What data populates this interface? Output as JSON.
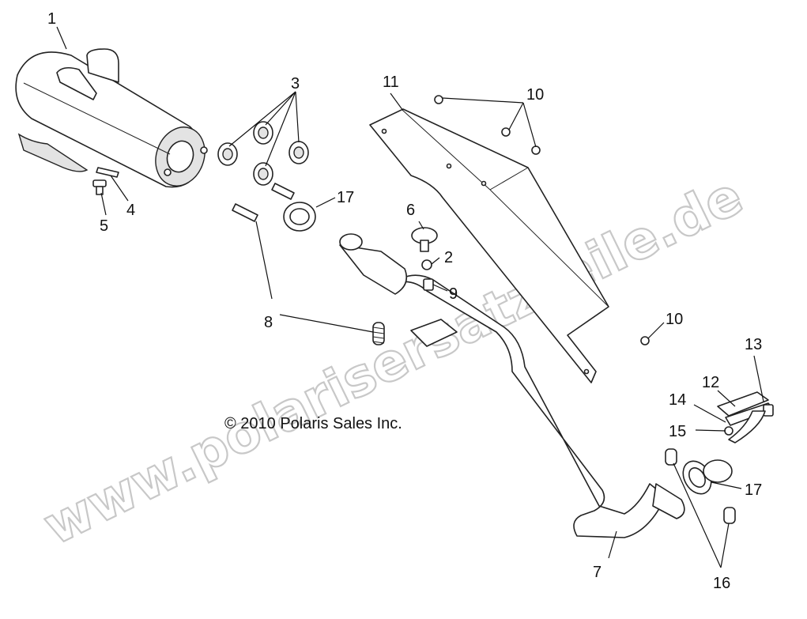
{
  "diagram": {
    "callouts": [
      "1",
      "2",
      "3",
      "4",
      "5",
      "6",
      "7",
      "8",
      "9",
      "10",
      "10",
      "11",
      "12",
      "13",
      "14",
      "15",
      "16",
      "17",
      "17"
    ],
    "copyright": "© 2010 Polaris Sales Inc.",
    "watermark": "www.polarisersatzteile.de"
  }
}
